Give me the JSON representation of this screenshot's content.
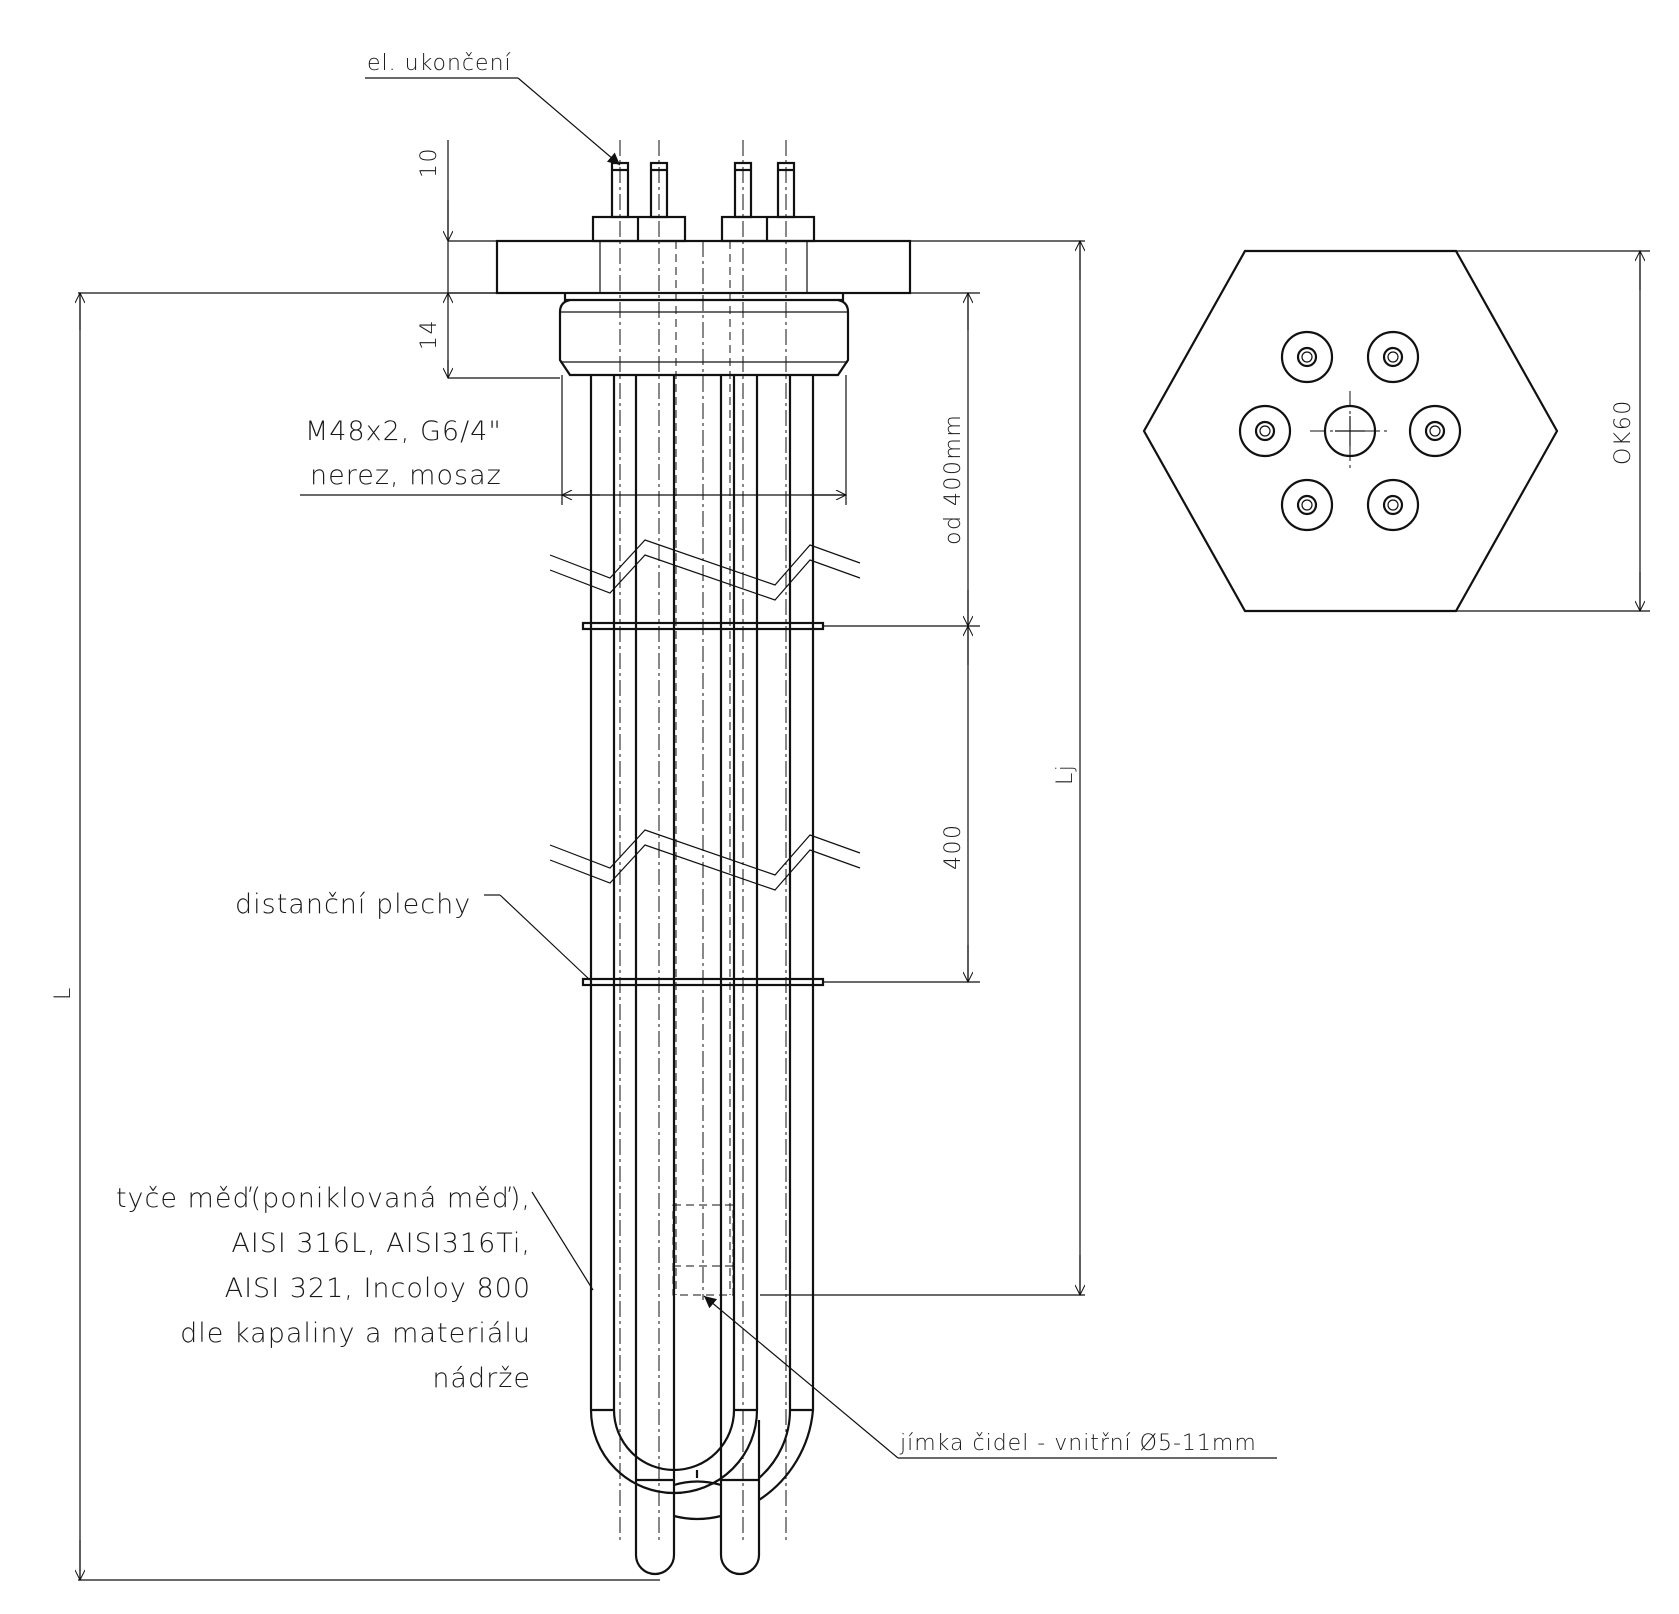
{
  "labels": {
    "el_termination": "el. ukončení",
    "thread_line1": "M48x2, G6/4\"",
    "thread_line2": "nerez, mosaz",
    "spacer_plates": "distanční plechy",
    "rods_line1": "tyče měď(poniklovaná měď),",
    "rods_line2": "AISI 316L, AISI316Ti,",
    "rods_line3": "AISI 321, Incoloy 800",
    "rods_line4": "dle kapaliny a materiálu",
    "rods_line5": "nádrže",
    "sensor_well": "jímka čidel - vnitřní Ø5-11mm"
  },
  "dimensions": {
    "terminal_height": "10",
    "thread_length": "14",
    "first_spacer": "od 400mm",
    "spacer_pitch": "400",
    "unheated_length": "Lj",
    "total_length": "L",
    "hex_size": "OK60"
  }
}
